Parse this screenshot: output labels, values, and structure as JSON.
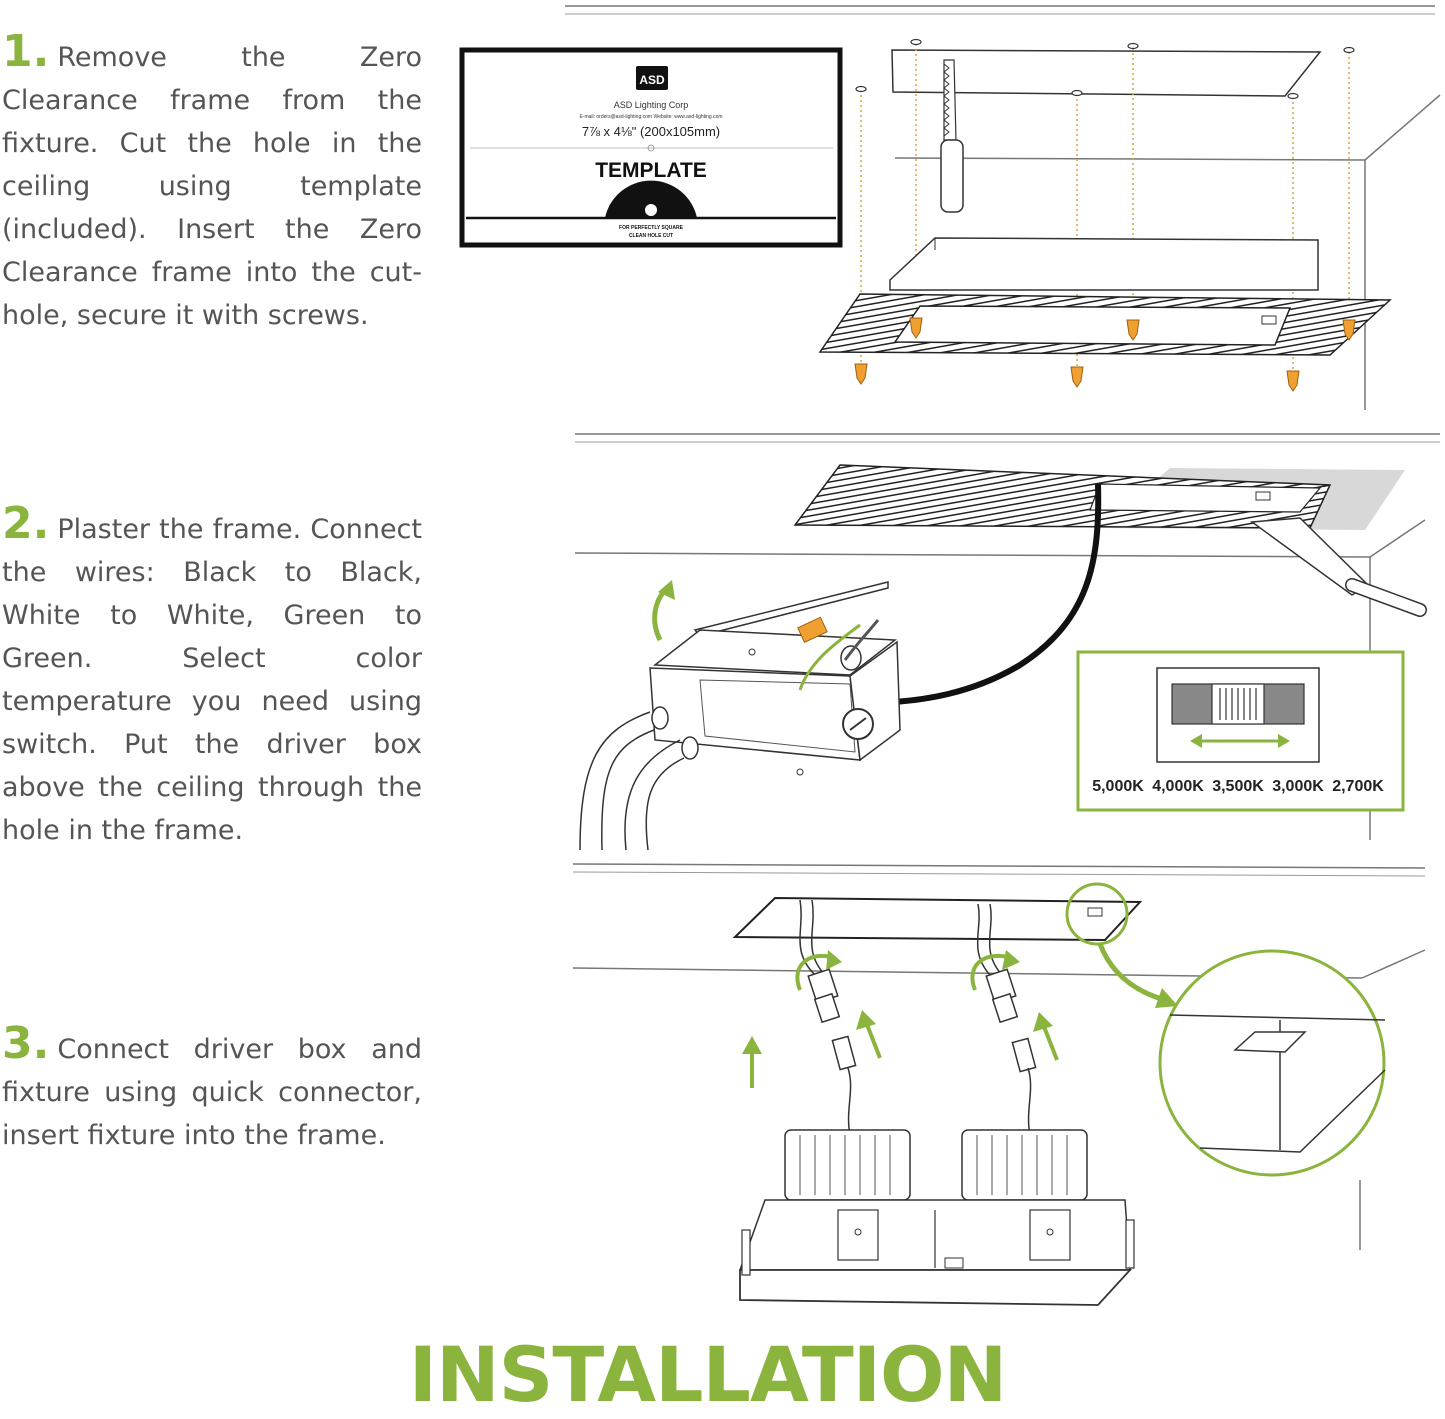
{
  "steps": [
    {
      "number": "1.",
      "text": "Remove the Zero Clearance frame from the fixture. Cut the hole in the ceiling using template (included). Insert the Zero Clearance frame into the cut-hole, secure it with screws."
    },
    {
      "number": "2.",
      "text": "Plaster the frame. Connect the wires: Black to Black, White to White, Green to Green. Select color temperature you need using switch. Put the driver box above the ceiling through the hole in the frame."
    },
    {
      "number": "3.",
      "text": "Connect driver box and fixture using quick connector, insert fixture into the frame."
    }
  ],
  "template_card": {
    "logo": "ASD",
    "company": "ASD Lighting Corp",
    "contact": "E-mail: orders@asd-lighting.com  Website: www.asd-lighting.com",
    "size": "7⅞ x 4⅛\" (200x105mm)",
    "heading": "TEMPLATE",
    "footer_line1": "FOR PERFECTLY SQUARE",
    "footer_line2": "CLEAN HOLE CUT"
  },
  "switch_labels": [
    "5,000K",
    "4,000K",
    "3,500K",
    "3,000K",
    "2,700K"
  ],
  "title": "INSTALLATION",
  "colors": {
    "accent": "#8ab43e",
    "screw": "#f0a030",
    "line": "#333333"
  }
}
